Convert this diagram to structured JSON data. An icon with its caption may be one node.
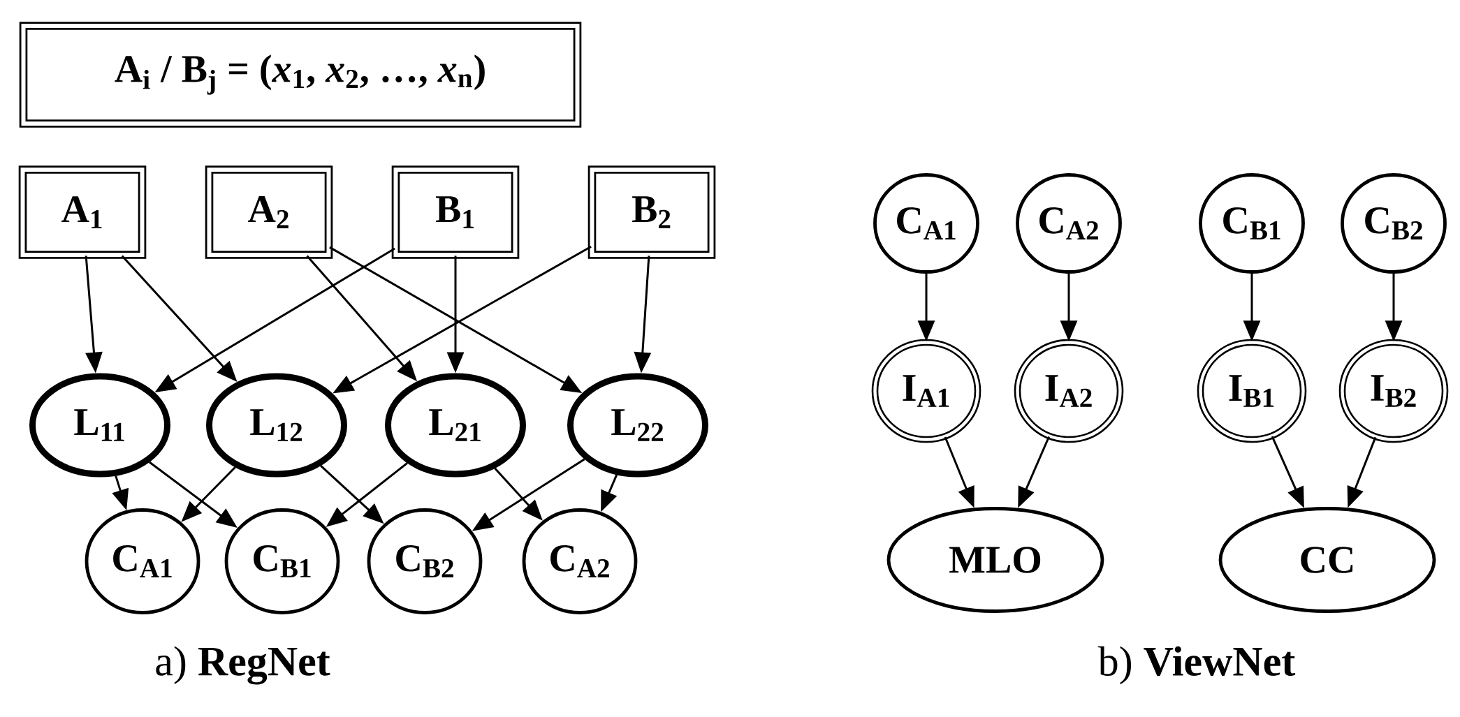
{
  "diagram": {
    "nodes": [
      {
        "text": [
          "A$_{i}$ / B$_{j}$ = (*x*$_{1}$, *x*$_{2}$, …, *x*$_{n}$)"
        ]
      },
      {
        "text": [
          "A$_{1}$"
        ]
      },
      {
        "text": [
          "A$_{2}$"
        ]
      },
      {
        "text": [
          "B$_{1}$"
        ]
      },
      {
        "text": [
          "B$_{2}$"
        ]
      },
      {
        "text": [
          "L$_{11}$"
        ]
      },
      {
        "text": [
          "L$_{12}$"
        ]
      },
      {
        "text": [
          "L$_{21}$"
        ]
      },
      {
        "text": [
          "L$_{22}$"
        ]
      },
      {
        "text": [
          "C$_{A1}$"
        ]
      },
      {
        "text": [
          "C$_{B1}$"
        ]
      },
      {
        "text": [
          "C$_{B2}$"
        ]
      },
      {
        "text": [
          "C$_{A2}$"
        ]
      },
      {
        "text": [
          "C$_{A1}$"
        ]
      },
      {
        "text": [
          "C$_{A2}$"
        ]
      },
      {
        "text": [
          "C$_{B1}$"
        ]
      },
      {
        "text": [
          "C$_{B2}$"
        ]
      },
      {
        "text": [
          "I$_{A1}$"
        ]
      },
      {
        "text": [
          "I$_{A2}$"
        ]
      },
      {
        "text": [
          "I$_{B1}$"
        ]
      },
      {
        "text": [
          "I$_{B2}$"
        ]
      },
      {
        "text": [
          "MLO"
        ]
      },
      {
        "text": [
          "CC"
        ]
      }
    ],
    "edges": [
      {
        "from": 1,
        "to": 5,
        "arrow": "to"
      },
      {
        "from": 1,
        "to": 6,
        "arrow": "to"
      },
      {
        "from": 2,
        "to": 7,
        "arrow": "to"
      },
      {
        "from": 2,
        "to": 8,
        "arrow": "to"
      },
      {
        "from": 3,
        "to": 5,
        "arrow": "to"
      },
      {
        "from": 3,
        "to": 7,
        "arrow": "to"
      },
      {
        "from": 4,
        "to": 6,
        "arrow": "to"
      },
      {
        "from": 4,
        "to": 8,
        "arrow": "to"
      },
      {
        "from": 5,
        "to": 9,
        "arrow": "to"
      },
      {
        "from": 5,
        "to": 10,
        "arrow": "to"
      },
      {
        "from": 6,
        "to": 9,
        "arrow": "to"
      },
      {
        "from": 6,
        "to": 11,
        "arrow": "to"
      },
      {
        "from": 7,
        "to": 10,
        "arrow": "to"
      },
      {
        "from": 7,
        "to": 12,
        "arrow": "to"
      },
      {
        "from": 8,
        "to": 11,
        "arrow": "to"
      },
      {
        "from": 8,
        "to": 12,
        "arrow": "to"
      },
      {
        "from": 13,
        "to": 17,
        "arrow": "to"
      },
      {
        "from": 14,
        "to": 18,
        "arrow": "to"
      },
      {
        "from": 15,
        "to": 19,
        "arrow": "to"
      },
      {
        "from": 16,
        "to": 20,
        "arrow": "to"
      },
      {
        "from": 17,
        "to": 21,
        "arrow": "to"
      },
      {
        "from": 18,
        "to": 21,
        "arrow": "to"
      },
      {
        "from": 19,
        "to": 22,
        "arrow": "to"
      },
      {
        "from": 20,
        "to": 22,
        "arrow": "to"
      }
    ],
    "labels": [
      "a) **RegNet**",
      "b) **ViewNet**"
    ]
  }
}
